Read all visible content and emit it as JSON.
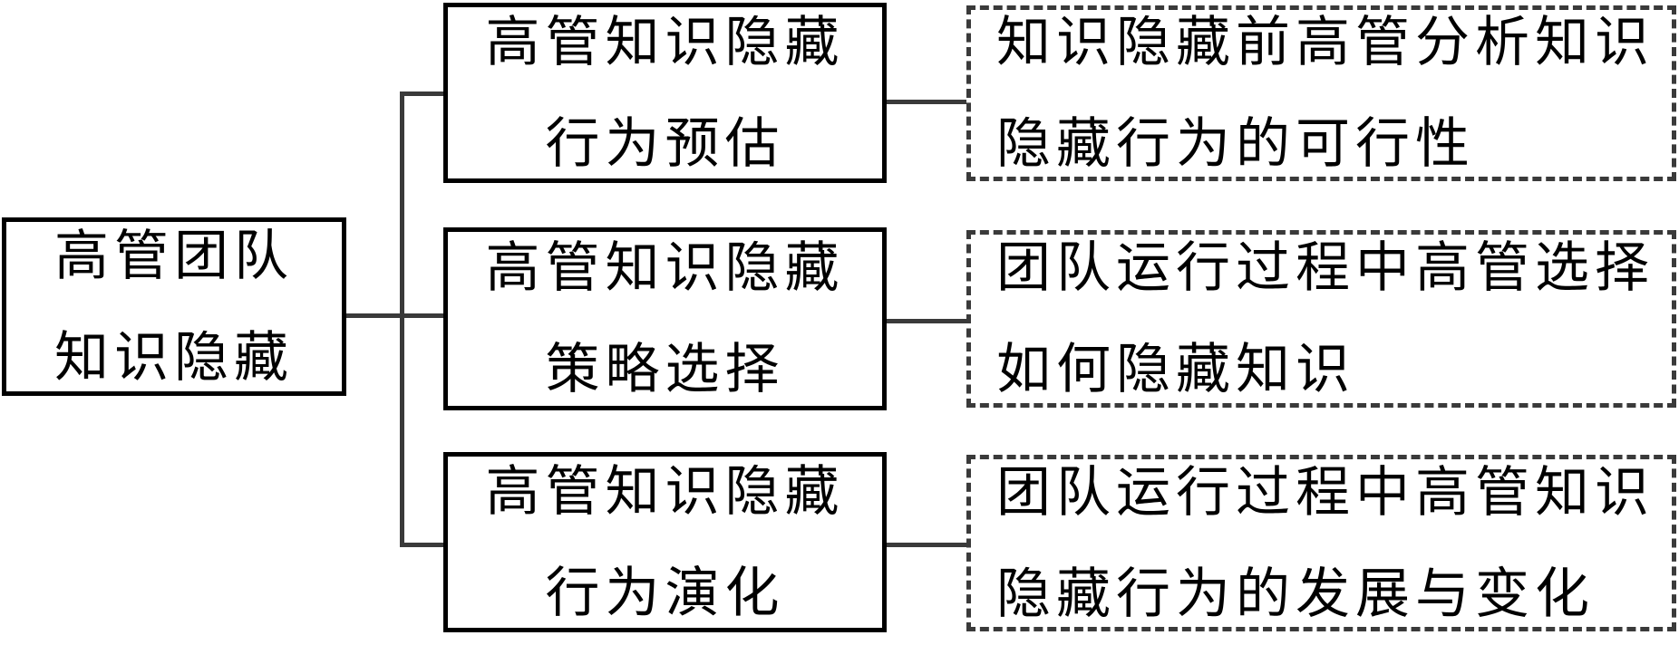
{
  "root": {
    "lines": [
      "高管团队",
      "知识隐藏"
    ]
  },
  "branches": [
    {
      "title_lines": [
        "高管知识隐藏",
        "行为预估"
      ],
      "desc_lines": [
        "知识隐藏前高管分析知识",
        "隐藏行为的可行性"
      ]
    },
    {
      "title_lines": [
        "高管知识隐藏",
        "策略选择"
      ],
      "desc_lines": [
        "团队运行过程中高管选择",
        "如何隐藏知识"
      ]
    },
    {
      "title_lines": [
        "高管知识隐藏",
        "行为演化"
      ],
      "desc_lines": [
        "团队运行过程中高管知识",
        "隐藏行为的发展与变化"
      ]
    }
  ]
}
